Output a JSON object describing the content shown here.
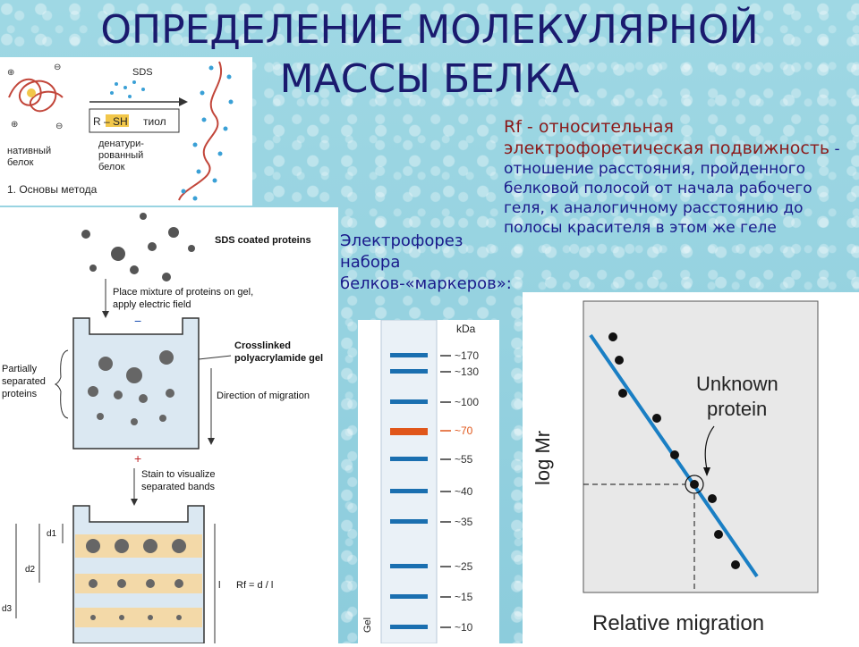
{
  "title": "ОПРЕДЕЛЕНИЕ МОЛЕКУЛЯРНОЙ МАССЫ БЕЛКА",
  "rf_text": {
    "term": "Rf - относительная электрофоретическая подвижность",
    "definition": " - отношение расстояния, пройденного белковой полосой от начала рабочего геля, к аналогичному расстоянию до полосы красителя в этом же геле"
  },
  "electrophoresis_caption": "Электрофорез набора белков-«маркеров»:",
  "method_panel": {
    "sds": "SDS",
    "rsh": "R – SH",
    "thiol": "тиол",
    "native_1": "нативный",
    "native_2": "белок",
    "denat_1": "денатури-",
    "denat_2": "рованный",
    "denat_3": "белок",
    "caption": "1. Основы метода"
  },
  "procedure": {
    "sds_coated": "SDS coated proteins",
    "place_1": "Place mixture of proteins on gel,",
    "place_2": "apply electric field",
    "minus": "−",
    "plus": "+",
    "crosslinked_1": "Crosslinked",
    "crosslinked_2": "polyacrylamide gel",
    "partially_1": "Partially",
    "partially_2": "separated",
    "partially_3": "proteins",
    "direction": "Direction of migration",
    "stain_1": "Stain to visualize",
    "stain_2": "separated bands",
    "d1": "d1",
    "d2": "d2",
    "d3": "d3",
    "l": "l",
    "rf_formula": "Rf = d / l"
  },
  "gel": {
    "unit": "kDa",
    "side_label": "Gel",
    "markers": [
      {
        "label": "~170",
        "color": "#1a6fb0",
        "highlight": false
      },
      {
        "label": "~130",
        "color": "#1a6fb0",
        "highlight": false
      },
      {
        "label": "~100",
        "color": "#1a6fb0",
        "highlight": false
      },
      {
        "label": "~70",
        "color": "#e0561a",
        "highlight": true
      },
      {
        "label": "~55",
        "color": "#1a6fb0",
        "highlight": false
      },
      {
        "label": "~40",
        "color": "#1a6fb0",
        "highlight": false
      },
      {
        "label": "~35",
        "color": "#1a6fb0",
        "highlight": false
      },
      {
        "label": "~25",
        "color": "#1a6fb0",
        "highlight": false
      },
      {
        "label": "~15",
        "color": "#1a6fb0",
        "highlight": false
      },
      {
        "label": "~10",
        "color": "#1a6fb0",
        "highlight": false
      }
    ]
  },
  "plot": {
    "ylabel": "log Mr",
    "xlabel": "Relative migration",
    "annotation_1": "Unknown",
    "annotation_2": "protein",
    "line_color": "#1a7fc4"
  }
}
